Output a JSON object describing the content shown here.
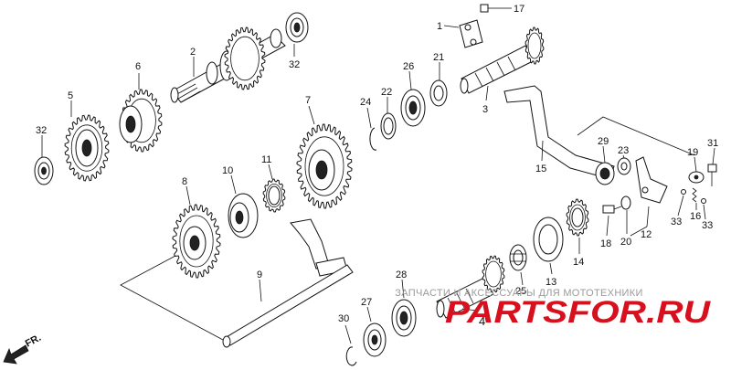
{
  "labels": [
    {
      "id": "p1",
      "text": "1"
    },
    {
      "id": "p17",
      "text": "17"
    },
    {
      "id": "p2",
      "text": "2"
    },
    {
      "id": "p32a",
      "text": "32"
    },
    {
      "id": "p6",
      "text": "6"
    },
    {
      "id": "p5",
      "text": "5"
    },
    {
      "id": "p32b",
      "text": "32"
    },
    {
      "id": "p7",
      "text": "7"
    },
    {
      "id": "p24",
      "text": "24"
    },
    {
      "id": "p22",
      "text": "22"
    },
    {
      "id": "p26",
      "text": "26"
    },
    {
      "id": "p21",
      "text": "21"
    },
    {
      "id": "p3",
      "text": "3"
    },
    {
      "id": "p15",
      "text": "15"
    },
    {
      "id": "p29",
      "text": "29"
    },
    {
      "id": "p23",
      "text": "23"
    },
    {
      "id": "p19",
      "text": "19"
    },
    {
      "id": "p31",
      "text": "31"
    },
    {
      "id": "p10",
      "text": "10"
    },
    {
      "id": "p11",
      "text": "11"
    },
    {
      "id": "p8",
      "text": "8"
    },
    {
      "id": "p9",
      "text": "9"
    },
    {
      "id": "p33a",
      "text": "33"
    },
    {
      "id": "p16",
      "text": "16"
    },
    {
      "id": "p33b",
      "text": "33"
    },
    {
      "id": "p18",
      "text": "18"
    },
    {
      "id": "p20",
      "text": "20"
    },
    {
      "id": "p12",
      "text": "12"
    },
    {
      "id": "p14",
      "text": "14"
    },
    {
      "id": "p13",
      "text": "13"
    },
    {
      "id": "p28",
      "text": "28"
    },
    {
      "id": "p25",
      "text": "25"
    },
    {
      "id": "p27",
      "text": "27"
    },
    {
      "id": "p4",
      "text": "4"
    },
    {
      "id": "p30",
      "text": "30"
    }
  ],
  "watermark": {
    "tagline": "ЗАПЧАСТИ И АКСЕССУАРЫ ДЛЯ МОТОТЕХНИКИ",
    "brand": "PARTSFOR.RU"
  },
  "direction": {
    "text": "FR."
  }
}
